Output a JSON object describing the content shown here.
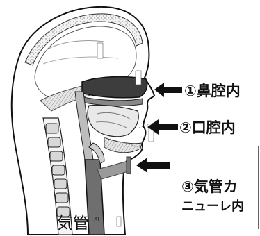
{
  "labels": {
    "nasal_cavity": "①鼻腔内",
    "oral_cavity": "②口腔内",
    "tracheal_cannula_line1": "③気管カ",
    "tracheal_cannula_line2": "ニューレ内",
    "trachea": "気管",
    "trachea_mark": "XI"
  },
  "colors": {
    "ink": "#111111",
    "nasal_fill": "#3d3d3d",
    "cannula_fill": "#9a9a9a",
    "tissue_gray": "#cfcfcf"
  },
  "icons": {
    "arrows": [
      "left-arrow-icon",
      "left-arrow-icon",
      "left-arrow-icon"
    ]
  }
}
